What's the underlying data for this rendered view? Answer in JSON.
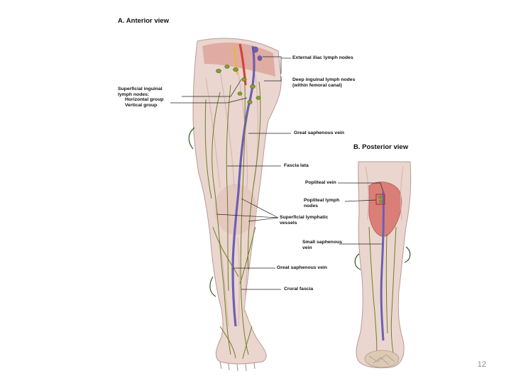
{
  "views": {
    "anterior_title": "A. Anterior view",
    "posterior_title": "B. Posterior view"
  },
  "labels": {
    "external_iliac": "External iliac lymph nodes",
    "deep_inguinal_1": "Deep inguinal lymph nodes",
    "deep_inguinal_2": "(within femoral canal)",
    "superficial_inguinal_1": "Superficial inguinal",
    "superficial_inguinal_2": "lymph nodes:",
    "horizontal_group": "Horizontal group",
    "vertical_group": "Vertical group",
    "great_saphenous_upper": "Great saphenous vein",
    "fascia_lata": "Fascia lata",
    "superficial_lymphatic_1": "Superficial lymphatic",
    "superficial_lymphatic_2": "vessels",
    "great_saphenous_lower": "Great saphenous vein",
    "crural_fascia": "Crural fascia",
    "popliteal_vein": "Popliteal vein",
    "popliteal_nodes_1": "Popliteal lymph",
    "popliteal_nodes_2": "nodes",
    "small_saphenous_1": "Small saphenous",
    "small_saphenous_2": "vein"
  },
  "colors": {
    "skin": "#ead6cf",
    "muscle": "#d79a92",
    "vein": "#6e5fb2",
    "lymph": "#6d7f24",
    "node": "#86a02e",
    "artery": "#d3443a",
    "leader": "#222222"
  },
  "footer": {
    "page_number": "12"
  }
}
